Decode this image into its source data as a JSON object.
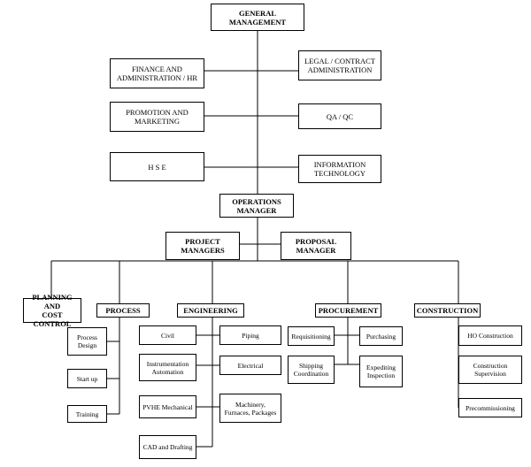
{
  "top": {
    "general_management": "GENERAL MANAGEMENT",
    "finance_admin_hr": "FINANCE AND\nADMINISTRATION / HR",
    "legal_contract": "LEGAL / CONTRACT\nADMINISTRATION",
    "promotion_marketing": "PROMOTION AND\nMARKETING",
    "qa_qc": "QA / QC",
    "hse": "H S E",
    "information_technology": "INFORMATION\nTECHNOLOGY",
    "operations_manager": "OPERATIONS\nMANAGER",
    "project_managers": "PROJECT\nMANAGERS",
    "proposal_manager": "PROPOSAL\nMANAGER"
  },
  "departments": {
    "planning_cost_control": "PLANNING AND\nCOST CONTROL",
    "process": "PROCESS",
    "engineering": "ENGINEERING",
    "procurement": "PROCUREMENT",
    "construction": "CONSTRUCTION"
  },
  "process_units": {
    "process_design": "Process\nDesign",
    "start_up": "Start up",
    "training": "Training"
  },
  "engineering_units": {
    "civil": "Civil",
    "piping": "Piping",
    "instrumentation_automation": "Instrumentation\nAutomation",
    "electrical": "Electrical",
    "pvhe_mechanical": "PVHE Mechanical",
    "machinery": "Machinery,\nFurnaces, Packages",
    "cad_drafting": "CAD and Drafting"
  },
  "procurement_units": {
    "requisitioning": "Requisitioning",
    "purchasing": "Purchasing",
    "shipping_coordination": "Shipping\nCoordination",
    "expediting_inspection": "Expediting\nInspection"
  },
  "construction_units": {
    "ho_construction": "HO Construction",
    "construction_supervision": "Construction\nSupervision",
    "precommissioning": "Precommissioning"
  }
}
